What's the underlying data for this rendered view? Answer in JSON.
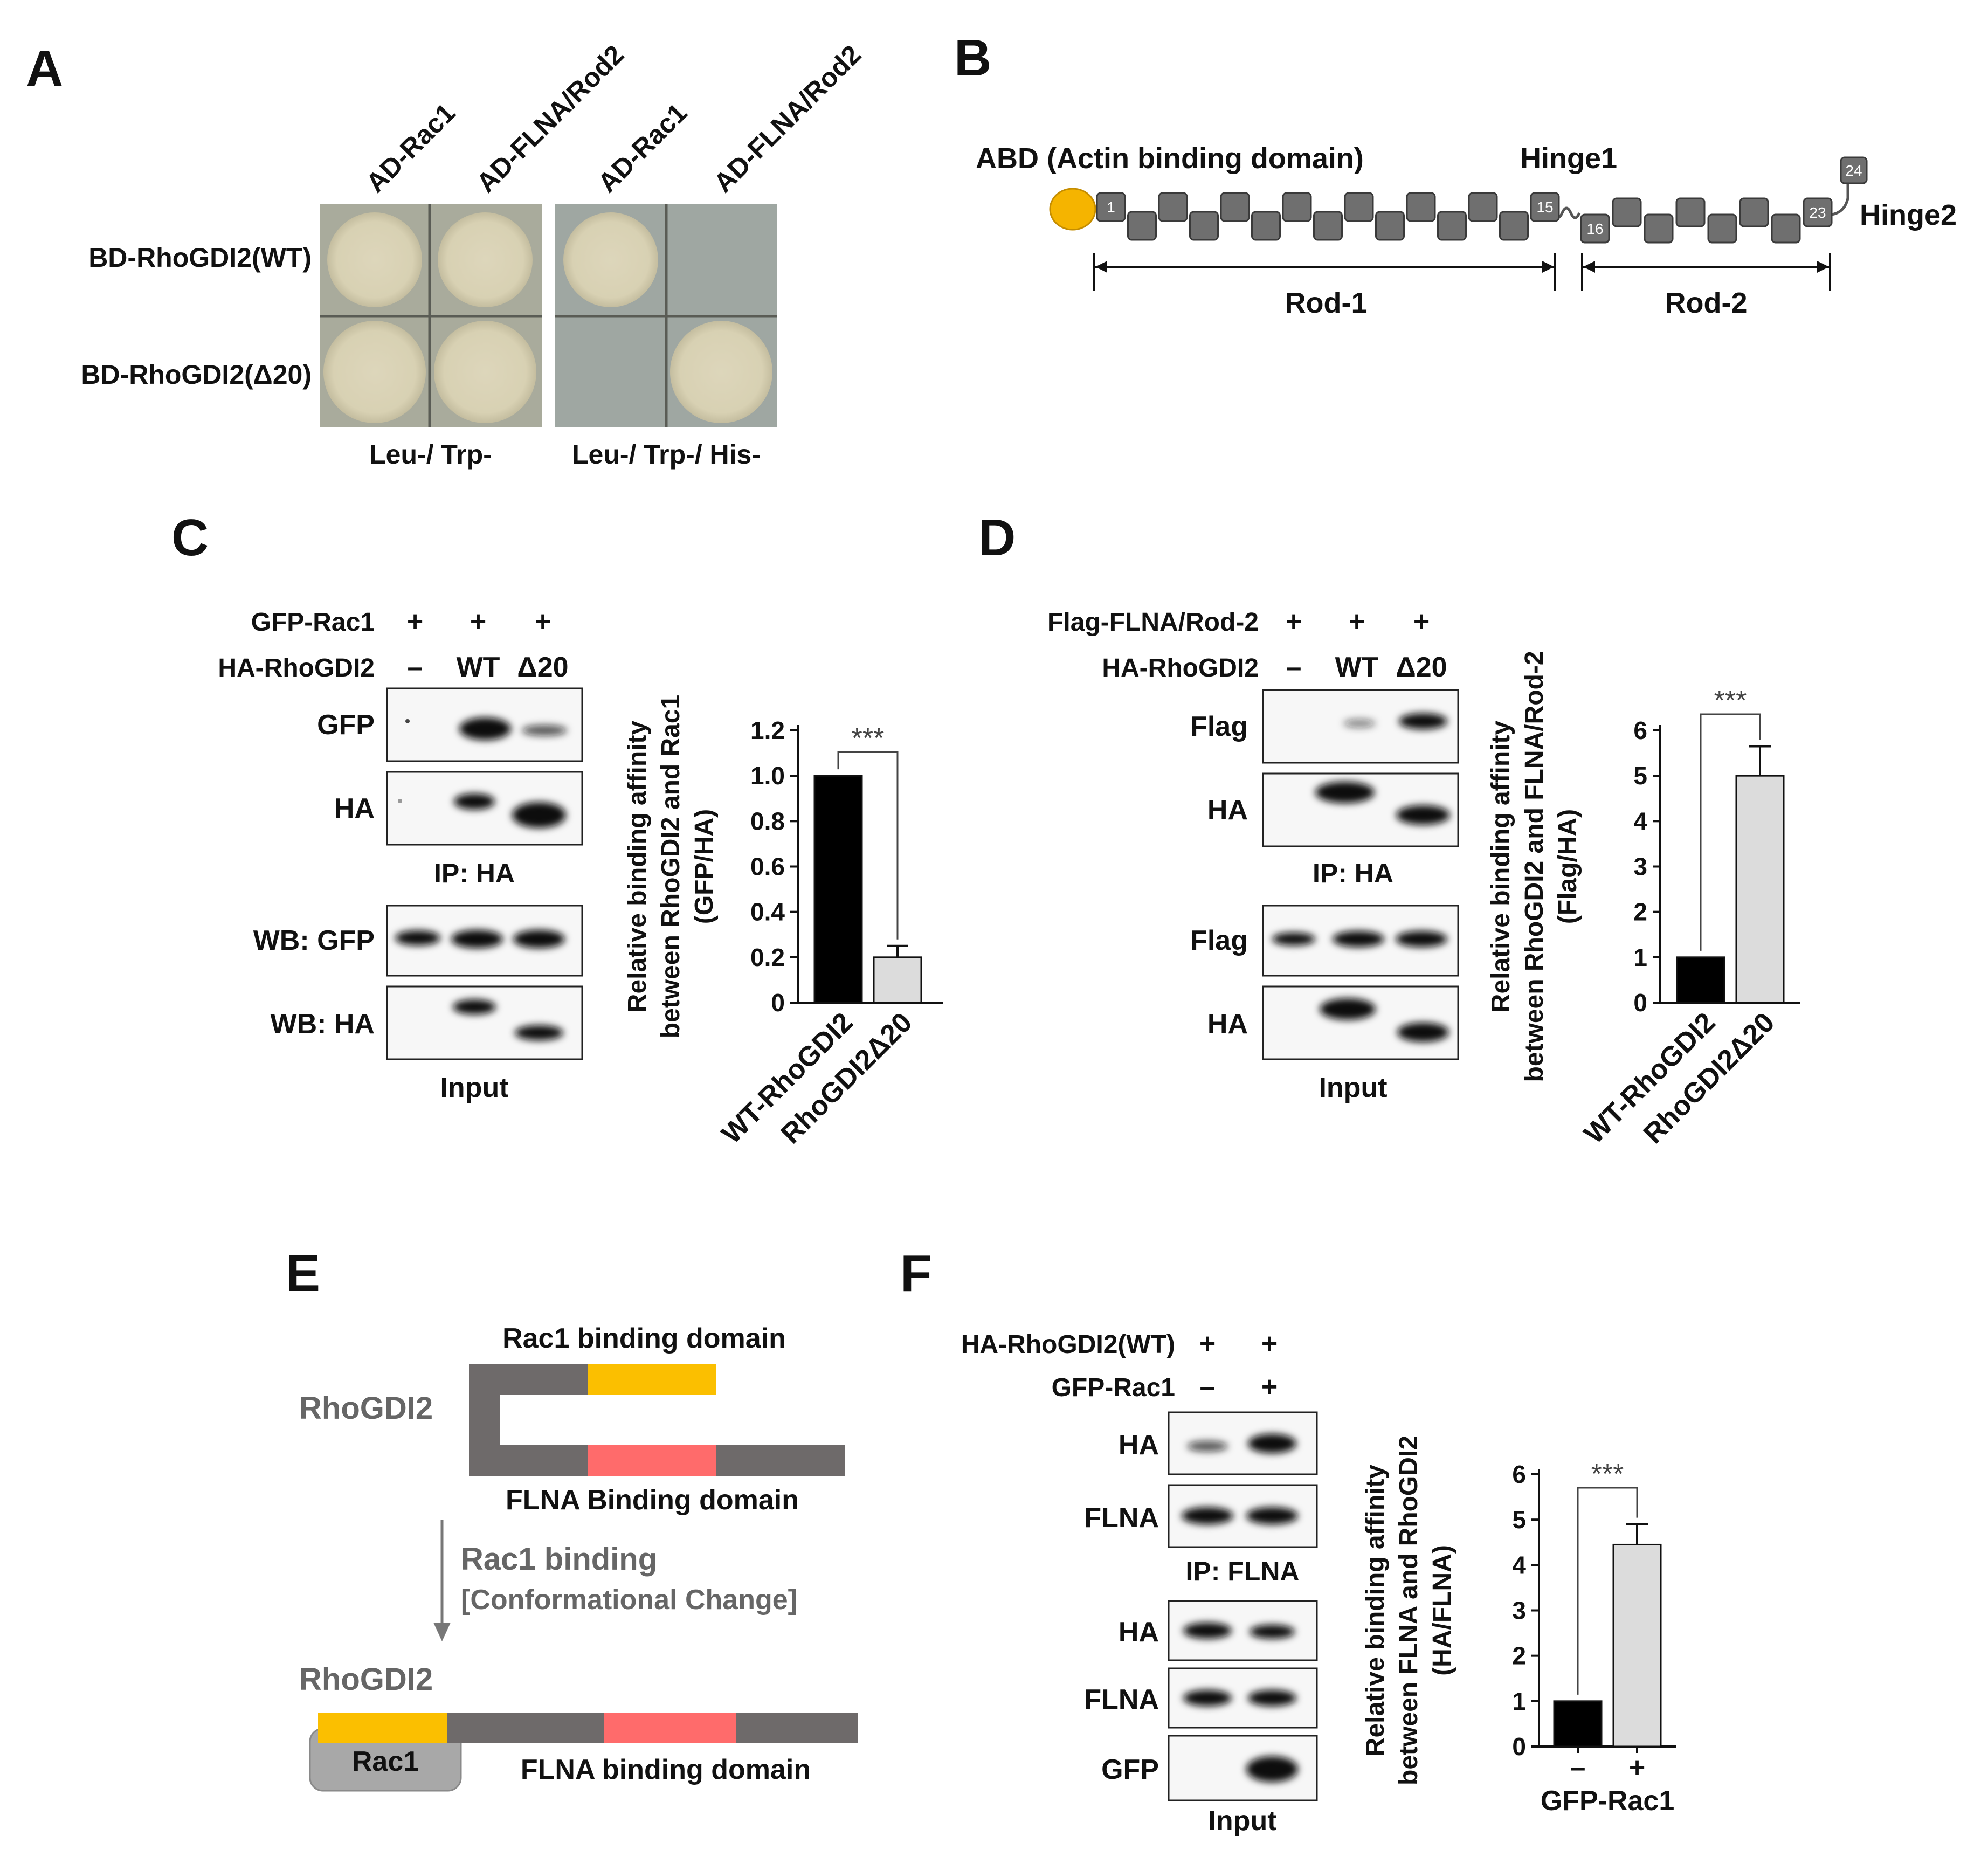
{
  "figure": {
    "panel_labels": [
      "A",
      "B",
      "C",
      "D",
      "E",
      "F"
    ],
    "panelA": {
      "columns": [
        "AD-Rac1",
        "AD-FLNA/Rod2",
        "AD-Rac1",
        "AD-FLNA/Rod2"
      ],
      "rows": [
        "BD-RhoGDI2(WT)",
        "BD-RhoGDI2(Δ20)"
      ],
      "media": [
        "Leu-/ Trp-",
        "Leu-/ Trp-/ His-"
      ],
      "colony_growth": [
        [
          1,
          1,
          1,
          0
        ],
        [
          1,
          1,
          0,
          1
        ]
      ]
    },
    "panelB": {
      "abd_label": "ABD (Actin binding domain)",
      "hinge1": "Hinge1",
      "hinge2": "Hinge2",
      "rod1": "Rod-1",
      "rod2": "Rod-2",
      "repeat_numbers": [
        "1",
        "15",
        "16",
        "23",
        "24"
      ],
      "colors": {
        "abd": "#f5b400",
        "repeat": "#6f6f6f"
      }
    },
    "panelC": {
      "rows": [
        "GFP-Rac1",
        "HA-RhoGDI2"
      ],
      "row1_values": [
        "+",
        "+",
        "+"
      ],
      "row2_values": [
        "–",
        "WT",
        "Δ20"
      ],
      "blots": [
        "GFP",
        "HA",
        "WB: GFP",
        "WB: HA"
      ],
      "ip_label": "IP: HA",
      "input_label": "Input"
    },
    "panelD": {
      "rows": [
        "Flag-FLNA/Rod-2",
        "HA-RhoGDI2"
      ],
      "row1_values": [
        "+",
        "+",
        "+"
      ],
      "row2_values": [
        "–",
        "WT",
        "Δ20"
      ],
      "blots": [
        "Flag",
        "HA",
        "Flag",
        "HA"
      ],
      "ip_label": "IP: HA",
      "input_label": "Input"
    },
    "panelE": {
      "protein": "RhoGDI2",
      "rac1_domain": "Rac1 binding domain",
      "flna_domain_top": "FLNA Binding domain",
      "arrow_label1": "Rac1 binding",
      "arrow_label2": "[Conformational Change]",
      "rac1": "Rac1",
      "flna_domain_bottom": "FLNA binding domain",
      "colors": {
        "backbone": "#6e6a6a",
        "rac1_domain": "#fbbf00",
        "flna_domain": "#ff6b6b",
        "rac1_blob": "#a8a8a8"
      }
    },
    "panelF": {
      "rows": [
        "HA-RhoGDI2(WT)",
        "GFP-Rac1"
      ],
      "row1_values": [
        "+",
        "+"
      ],
      "row2_values": [
        "–",
        "+"
      ],
      "blots": [
        "HA",
        "FLNA",
        "HA",
        "FLNA",
        "GFP"
      ],
      "ip_label": "IP: FLNA",
      "input_label": "Input"
    }
  },
  "chart_data": [
    {
      "type": "bar",
      "panel": "C",
      "categories": [
        "WT-RhoGDI2",
        "RhoGDI2Δ20"
      ],
      "values": [
        1.0,
        0.2
      ],
      "errors": [
        0,
        0.05
      ],
      "ylabel_lines": [
        "Relative binding affinity",
        "between RhoGDI2 and Rac1",
        "(GFP/HA)"
      ],
      "ylim": [
        0,
        1.2
      ],
      "yticks": [
        "0",
        "0.2",
        "0.4",
        "0.6",
        "0.8",
        "1.0",
        "1.2"
      ],
      "significance": "***",
      "bar_colors": [
        "#000000",
        "#dcdcdc"
      ]
    },
    {
      "type": "bar",
      "panel": "D",
      "categories": [
        "WT-RhoGDI2",
        "RhoGDI2Δ20"
      ],
      "values": [
        1.0,
        5.0
      ],
      "errors": [
        0,
        0.65
      ],
      "ylabel_lines": [
        "Relative binding affinity",
        "between RhoGDI2 and FLNA/Rod-2",
        "(Flag/HA)"
      ],
      "ylim": [
        0,
        6
      ],
      "yticks": [
        "0",
        "1",
        "2",
        "3",
        "4",
        "5",
        "6"
      ],
      "significance": "***",
      "bar_colors": [
        "#000000",
        "#dcdcdc"
      ]
    },
    {
      "type": "bar",
      "panel": "F",
      "categories": [
        "–",
        "+"
      ],
      "values": [
        1.0,
        4.45
      ],
      "errors": [
        0,
        0.45
      ],
      "ylabel_lines": [
        "Relative binding affinity",
        "between FLNA and RhoGDI2",
        "(HA/FLNA)"
      ],
      "xlabel": "GFP-Rac1",
      "ylim": [
        0,
        6
      ],
      "yticks": [
        "0",
        "1",
        "2",
        "3",
        "4",
        "5",
        "6"
      ],
      "significance": "***",
      "bar_colors": [
        "#000000",
        "#dcdcdc"
      ]
    }
  ]
}
